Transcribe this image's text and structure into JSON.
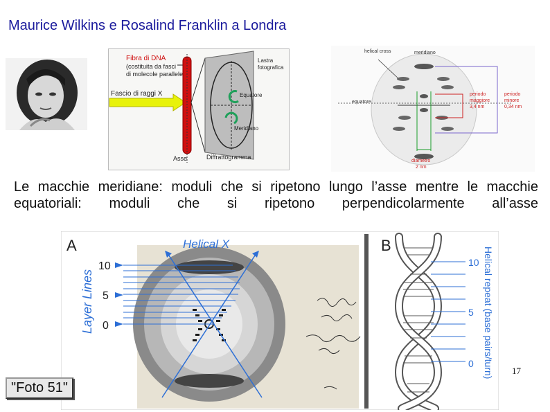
{
  "slide": {
    "title": "Maurice Wilkins e Rosalind Franklin a Londra",
    "caption": "Le macchie meridiane: moduli che si ripetono lungo l’asse mentre le macchie equatoriali: moduli che si ripetono perpendicolarmente all’asse",
    "page_number": "17",
    "photo_label": "\"Foto 51\""
  },
  "diagram_left": {
    "fiber_label_1": "Fibra di DNA",
    "fiber_label_2": "(costituita da fasci",
    "fiber_label_3": "di molecole parallele)",
    "beam_label": "Fascio di raggi X",
    "plate_label_1": "Lastra",
    "plate_label_2": "fotografica",
    "equator_label": "Equatore",
    "meridian_label": "Meridiano",
    "axis_label": "Asse",
    "diffraction_label": "Diffrattogramma"
  },
  "diagram_right": {
    "helical_cross": "helical cross",
    "meridian": "meridiano",
    "equator": "equatore",
    "major_period_1": "periodo",
    "major_period_2": "maggiore",
    "major_period_3": "3,4 nm",
    "minor_period_1": "periodo",
    "minor_period_2": "minore",
    "minor_period_3": "0,34 nm",
    "diameter_1": "diametro",
    "diameter_2": "2 nm"
  },
  "figure": {
    "panel_a": "A",
    "panel_b": "B",
    "helical_x": "Helical X",
    "layer_lines": "Layer Lines",
    "left_ticks": [
      "10",
      "5",
      "0"
    ],
    "right_ticks": [
      "10",
      "5",
      "0"
    ],
    "helical_repeat": "Helical repeat (base pairs/turn)"
  },
  "colors": {
    "title": "#1a1a9c",
    "blue_annotation": "#2d6fd6",
    "diagram_red": "#d01010",
    "periodo_red": "#cc2222"
  }
}
